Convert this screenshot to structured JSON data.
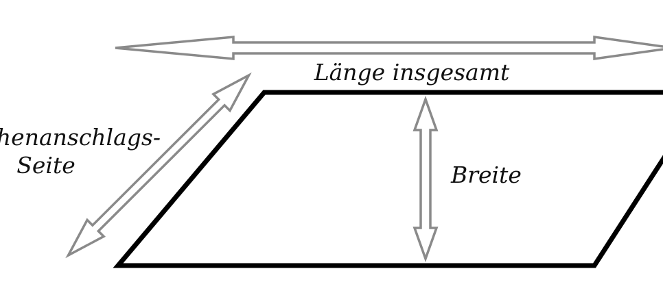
{
  "labels": {
    "total_length": "Länge insgesamt",
    "width": "Breite",
    "side_line1": "henanschlags-",
    "side_line2": "Seite"
  },
  "colors": {
    "shape_stroke": "#000000",
    "arrow_stroke": "#8a8a8a",
    "text": "#111111"
  }
}
